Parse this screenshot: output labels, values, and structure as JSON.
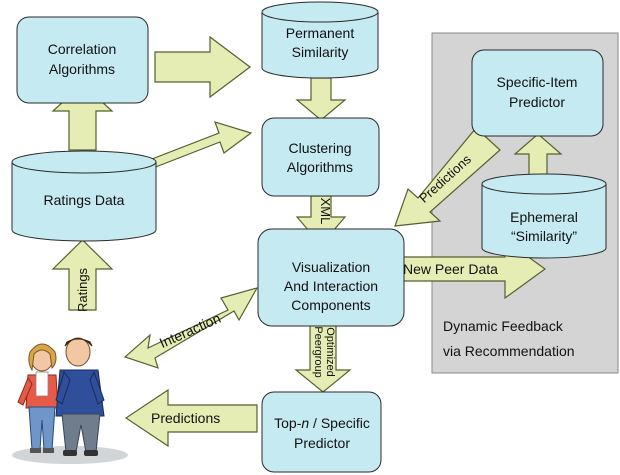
{
  "colors": {
    "box_fill": "#c6eaf2",
    "box_stroke": "#2a2a2a",
    "arrow_fill": "#e6edb4",
    "arrow_stroke": "#55602f",
    "panel_fill": "#d4d4d4",
    "panel_stroke": "#8a8a8a"
  },
  "nodes": {
    "correlation": {
      "line1": "Correlation",
      "line2": "Algorithms"
    },
    "permanent": {
      "line1": "Permanent",
      "line2": "Similarity"
    },
    "clustering": {
      "line1": "Clustering",
      "line2": "Algorithms"
    },
    "ratings_data": {
      "line1": "Ratings Data"
    },
    "specific_item": {
      "line1": "Specific-Item",
      "line2": "Predictor"
    },
    "ephemeral": {
      "line1": "Ephemeral",
      "line2": "“Similarity”"
    },
    "visualization": {
      "line1": "Visualization",
      "line2": "And Interaction",
      "line3": "Components"
    },
    "topn": {
      "line1_a": "Top-",
      "line1_b": "n",
      "line1_c": " / Specific",
      "line2": "Predictor"
    }
  },
  "panel": {
    "line1": "Dynamic Feedback",
    "line2": "via Recommendation"
  },
  "arrows": {
    "xml": "XML",
    "ratings": "Ratings",
    "predictions_right": "Predictions",
    "new_peer_data": "New Peer Data",
    "interaction": "Interaction",
    "optimized_line1": "Optimized",
    "optimized_line2": "Peergroup",
    "predictions_left": "Predictions"
  },
  "users_icon": "two-people-icon"
}
